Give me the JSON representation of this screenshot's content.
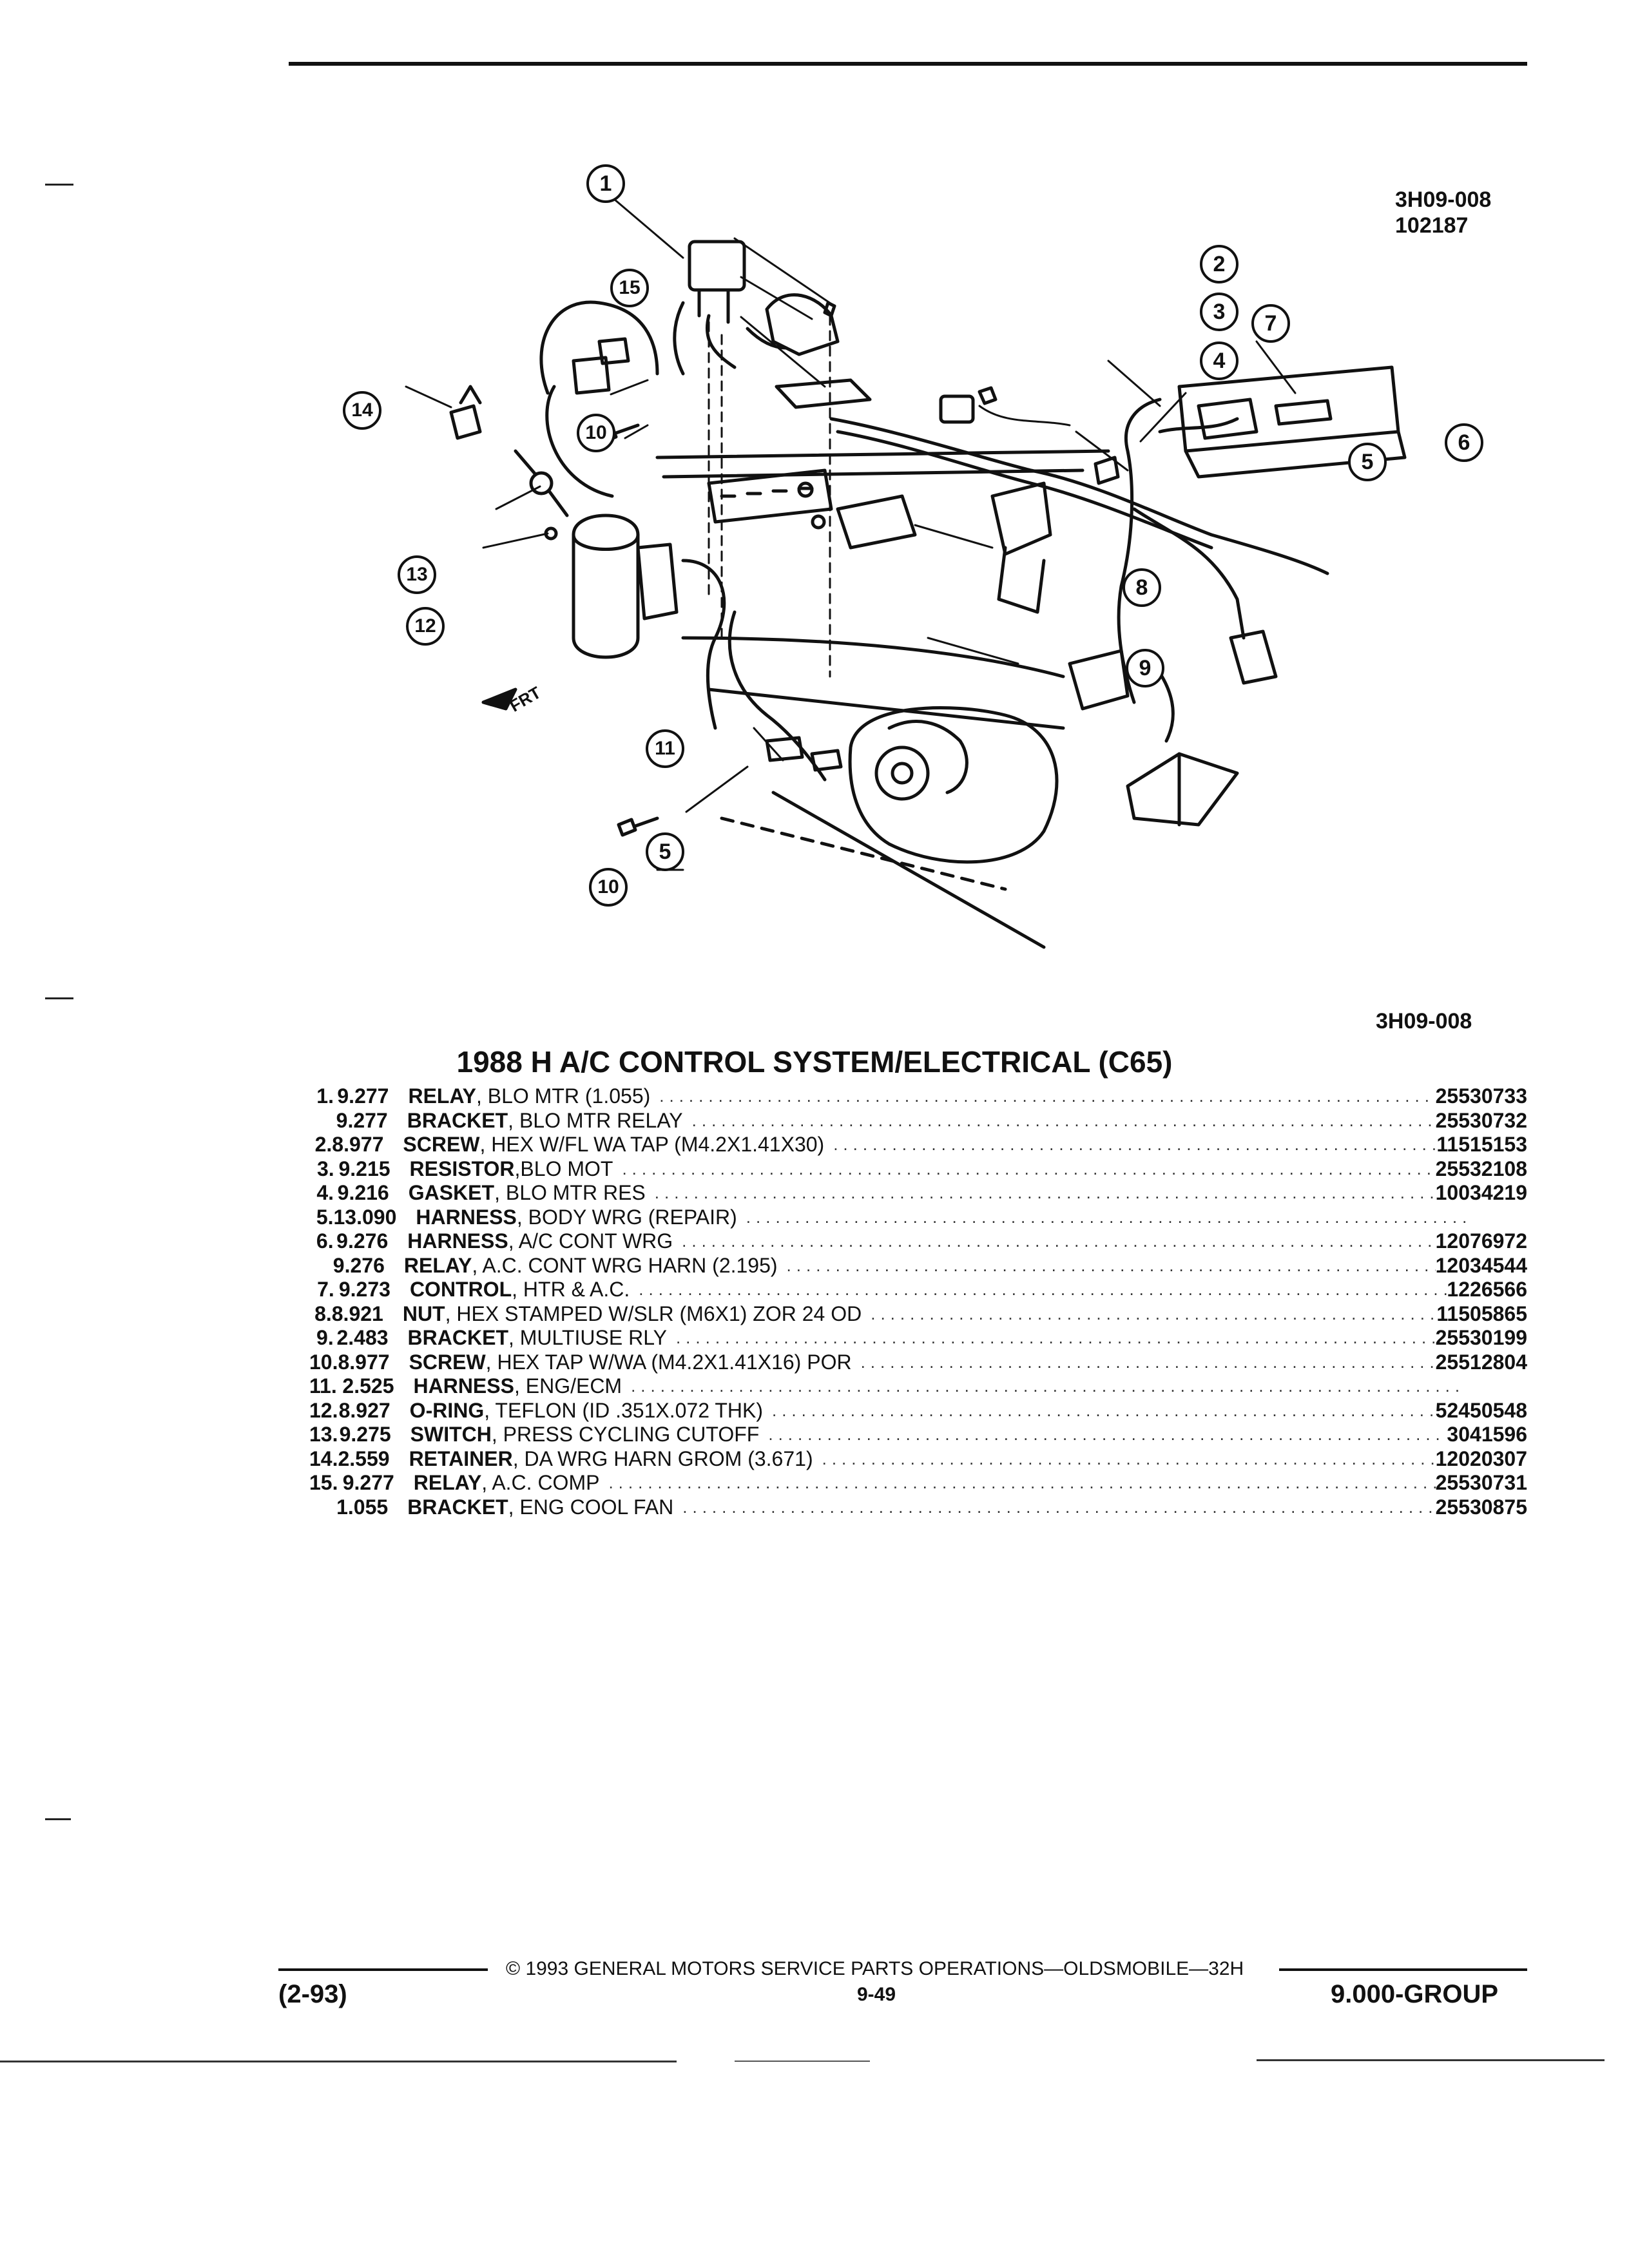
{
  "header": {
    "figure_code": "3H09-008",
    "figure_date": "102187"
  },
  "diagram": {
    "callouts": [
      "1",
      "2",
      "3",
      "4",
      "5",
      "6",
      "7",
      "8",
      "9",
      "10",
      "11",
      "12",
      "13",
      "14",
      "15",
      "5",
      "10"
    ],
    "front_label": "FRT",
    "figure_code_bottom": "3H09-008"
  },
  "table": {
    "title": "1988 H A/C CONTROL SYSTEM/ELECTRICAL (C65)",
    "rows": [
      {
        "num": "1.",
        "group": "9.277",
        "name": "RELAY",
        "detail": ", BLO MTR (1.055)",
        "part": "25530733"
      },
      {
        "num": "",
        "group": "9.277",
        "name": "BRACKET",
        "detail": ", BLO MTR RELAY",
        "part": "25530732"
      },
      {
        "num": "2.",
        "group": "8.977",
        "name": "SCREW",
        "detail": ", HEX W/FL WA TAP (M4.2X1.41X30)",
        "part": "11515153"
      },
      {
        "num": "3.",
        "group": "9.215",
        "name": "RESISTOR",
        "detail": ",BLO MOT",
        "part": "25532108"
      },
      {
        "num": "4.",
        "group": "9.216",
        "name": "GASKET",
        "detail": ", BLO MTR RES",
        "part": "10034219"
      },
      {
        "num": "5.",
        "group": "13.090",
        "name": "HARNESS",
        "detail": ", BODY WRG (REPAIR)",
        "part": ""
      },
      {
        "num": "6.",
        "group": "9.276",
        "name": "HARNESS",
        "detail": ", A/C CONT WRG",
        "part": "12076972"
      },
      {
        "num": "",
        "group": "9.276",
        "name": "RELAY",
        "detail": ", A.C. CONT WRG HARN (2.195)",
        "part": "12034544"
      },
      {
        "num": "7.",
        "group": "9.273",
        "name": "CONTROL",
        "detail": ", HTR & A.C.",
        "part": "1226566"
      },
      {
        "num": "8.",
        "group": "8.921",
        "name": "NUT",
        "detail": ", HEX STAMPED W/SLR (M6X1) ZOR 24 OD",
        "part": "11505865"
      },
      {
        "num": "9.",
        "group": "2.483",
        "name": "BRACKET",
        "detail": ", MULTIUSE RLY",
        "part": "25530199"
      },
      {
        "num": "10.",
        "group": "8.977",
        "name": "SCREW",
        "detail": ", HEX TAP W/WA (M4.2X1.41X16) POR",
        "part": "25512804"
      },
      {
        "num": "11.",
        "group": "2.525",
        "name": "HARNESS",
        "detail": ", ENG/ECM",
        "part": ""
      },
      {
        "num": "12.",
        "group": "8.927",
        "name": "O-RING",
        "detail": ", TEFLON (ID .351X.072 THK)",
        "part": "52450548"
      },
      {
        "num": "13.",
        "group": "9.275",
        "name": "SWITCH",
        "detail": ", PRESS CYCLING CUTOFF",
        "part": "3041596"
      },
      {
        "num": "14.",
        "group": "2.559",
        "name": "RETAINER",
        "detail": ", DA WRG HARN GROM (3.671)",
        "part": "12020307"
      },
      {
        "num": "15.",
        "group": "9.277",
        "name": "RELAY",
        "detail": ", A.C. COMP",
        "part": "25530731"
      },
      {
        "num": "",
        "group": "1.055",
        "name": "BRACKET",
        "detail": ", ENG COOL FAN",
        "part": "25530875"
      }
    ]
  },
  "footer": {
    "copyright": "© 1993 GENERAL MOTORS SERVICE PARTS OPERATIONS—OLDSMOBILE—32H",
    "date_code": "(2-93)",
    "page_number": "9-49",
    "group": "9.000-GROUP"
  }
}
